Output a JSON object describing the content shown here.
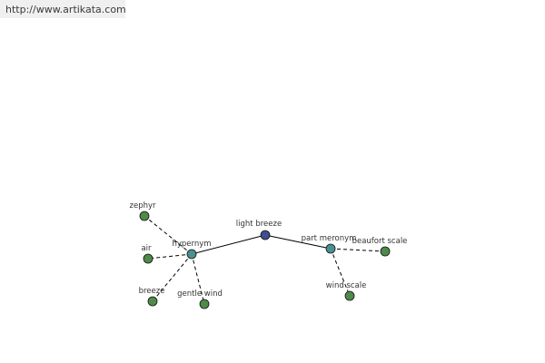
{
  "source_url": "http://www.artikata.com",
  "graph": {
    "nodes": [
      {
        "id": "light-breeze",
        "label": "light breeze",
        "role": "center",
        "color": "#3f4f8f"
      },
      {
        "id": "hypernym",
        "label": "hypernym",
        "role": "relation",
        "color": "#4a9090"
      },
      {
        "id": "part-meronym",
        "label": "part meronym",
        "role": "relation",
        "color": "#4a9090"
      },
      {
        "id": "zephyr",
        "label": "zephyr",
        "role": "term",
        "color": "#4f8a4a"
      },
      {
        "id": "air",
        "label": "air",
        "role": "term",
        "color": "#4f8a4a"
      },
      {
        "id": "breeze",
        "label": "breeze",
        "role": "term",
        "color": "#4f8a4a"
      },
      {
        "id": "gentle-wind",
        "label": "gentle wind",
        "role": "term",
        "color": "#4f8a4a"
      },
      {
        "id": "beaufort-scale",
        "label": "beaufort scale",
        "role": "term",
        "color": "#4f8a4a"
      },
      {
        "id": "wind-scale",
        "label": "wind scale",
        "role": "term",
        "color": "#4f8a4a"
      }
    ],
    "edges": [
      {
        "from": "light-breeze",
        "to": "hypernym",
        "style": "solid"
      },
      {
        "from": "light-breeze",
        "to": "part-meronym",
        "style": "solid"
      },
      {
        "from": "hypernym",
        "to": "zephyr",
        "style": "dashed"
      },
      {
        "from": "hypernym",
        "to": "air",
        "style": "dashed"
      },
      {
        "from": "hypernym",
        "to": "breeze",
        "style": "dashed"
      },
      {
        "from": "hypernym",
        "to": "gentle-wind",
        "style": "dashed"
      },
      {
        "from": "part-meronym",
        "to": "beaufort-scale",
        "style": "dashed"
      },
      {
        "from": "part-meronym",
        "to": "wind-scale",
        "style": "dashed"
      }
    ]
  }
}
